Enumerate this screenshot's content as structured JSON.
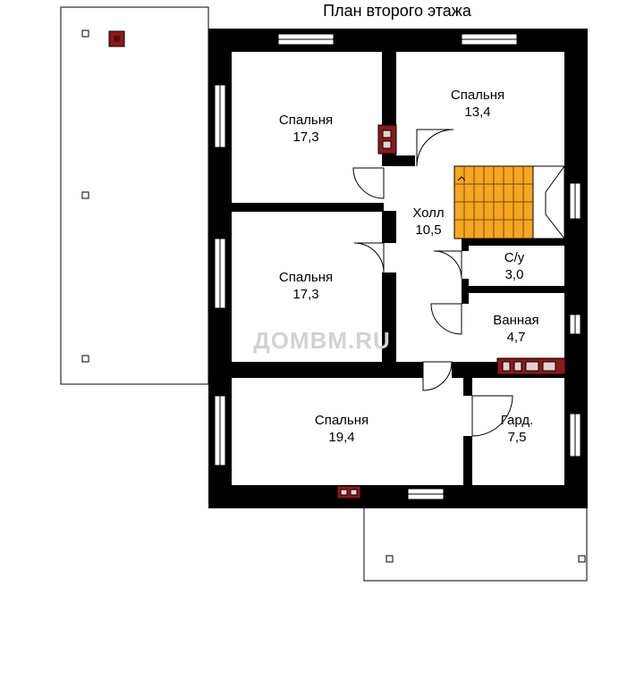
{
  "title": "План второго этажа",
  "watermark": "ДОМВМ.RU",
  "rooms": {
    "bedroom_nw": {
      "name": "Спальня",
      "area": "17,3"
    },
    "bedroom_ne": {
      "name": "Спальня",
      "area": "13,4"
    },
    "hall": {
      "name": "Холл",
      "area": "10,5"
    },
    "bedroom_w": {
      "name": "Спальня",
      "area": "17,3"
    },
    "wc": {
      "name": "С/у",
      "area": "3,0"
    },
    "bath": {
      "name": "Ванная",
      "area": "4,7"
    },
    "bedroom_s": {
      "name": "Спальня",
      "area": "19,4"
    },
    "wardrobe": {
      "name": "Гард.",
      "area": "7,5"
    }
  },
  "colors": {
    "wall": "#000000",
    "stairs": "#f5a623",
    "chimney": "#8b1a1a",
    "window": "#ffffff",
    "watermark": "#d2d2d2"
  }
}
